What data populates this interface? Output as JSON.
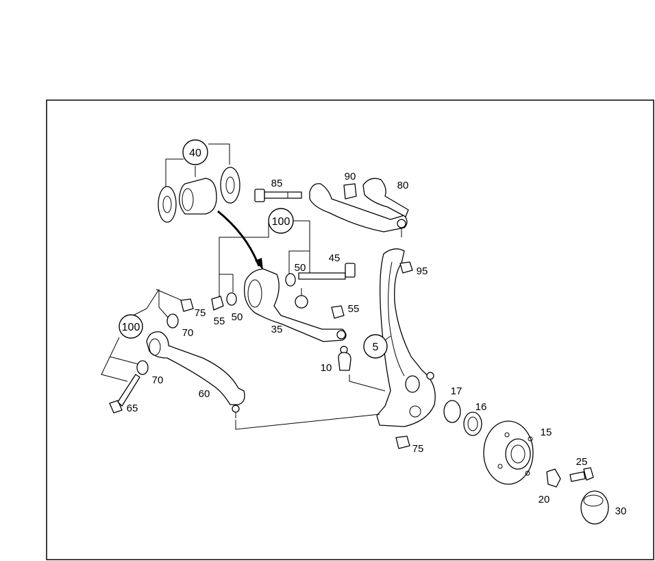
{
  "diagram": {
    "callouts": {
      "p5": "5",
      "p10": "10",
      "p15": "15",
      "p16": "16",
      "p17": "17",
      "p20": "20",
      "p25": "25",
      "p30": "30",
      "p35": "35",
      "p40": "40",
      "p45": "45",
      "p50a": "50",
      "p50b": "50",
      "p55a": "55",
      "p55b": "55",
      "p60": "60",
      "p65": "65",
      "p70a": "70",
      "p70b": "70",
      "p75a": "75",
      "p75b": "75",
      "p80": "80",
      "p85": "85",
      "p90": "90",
      "p95": "95",
      "p100a": "100",
      "p100b": "100"
    }
  }
}
